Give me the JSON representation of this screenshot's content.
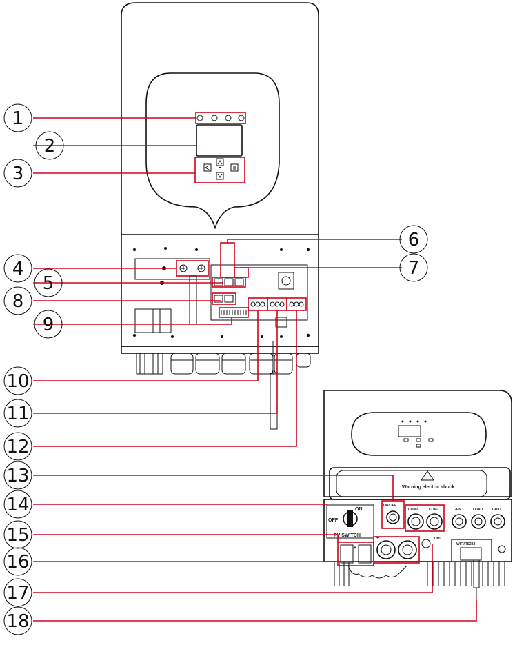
{
  "callouts": [
    "1",
    "2",
    "3",
    "4",
    "5",
    "6",
    "7",
    "8",
    "9",
    "10",
    "11",
    "12",
    "13",
    "14",
    "15",
    "16",
    "17",
    "18"
  ],
  "panel_labels": {
    "warning": "Warning electric shock",
    "on_off": "ON/OFF",
    "com2": "COM2",
    "com3": "COM3",
    "com1": "COM1",
    "gen": "GEN",
    "load": "LOAD",
    "grid": "GRID",
    "switch_on": "ON",
    "switch_off": "OFF",
    "pv_switch": "PV SWITCH",
    "wifi": "WIFI/RS232",
    "plus": "+",
    "minus": "-"
  },
  "colors": {
    "line": "#111111",
    "highlight": "#d0021b",
    "background": "#ffffff"
  }
}
